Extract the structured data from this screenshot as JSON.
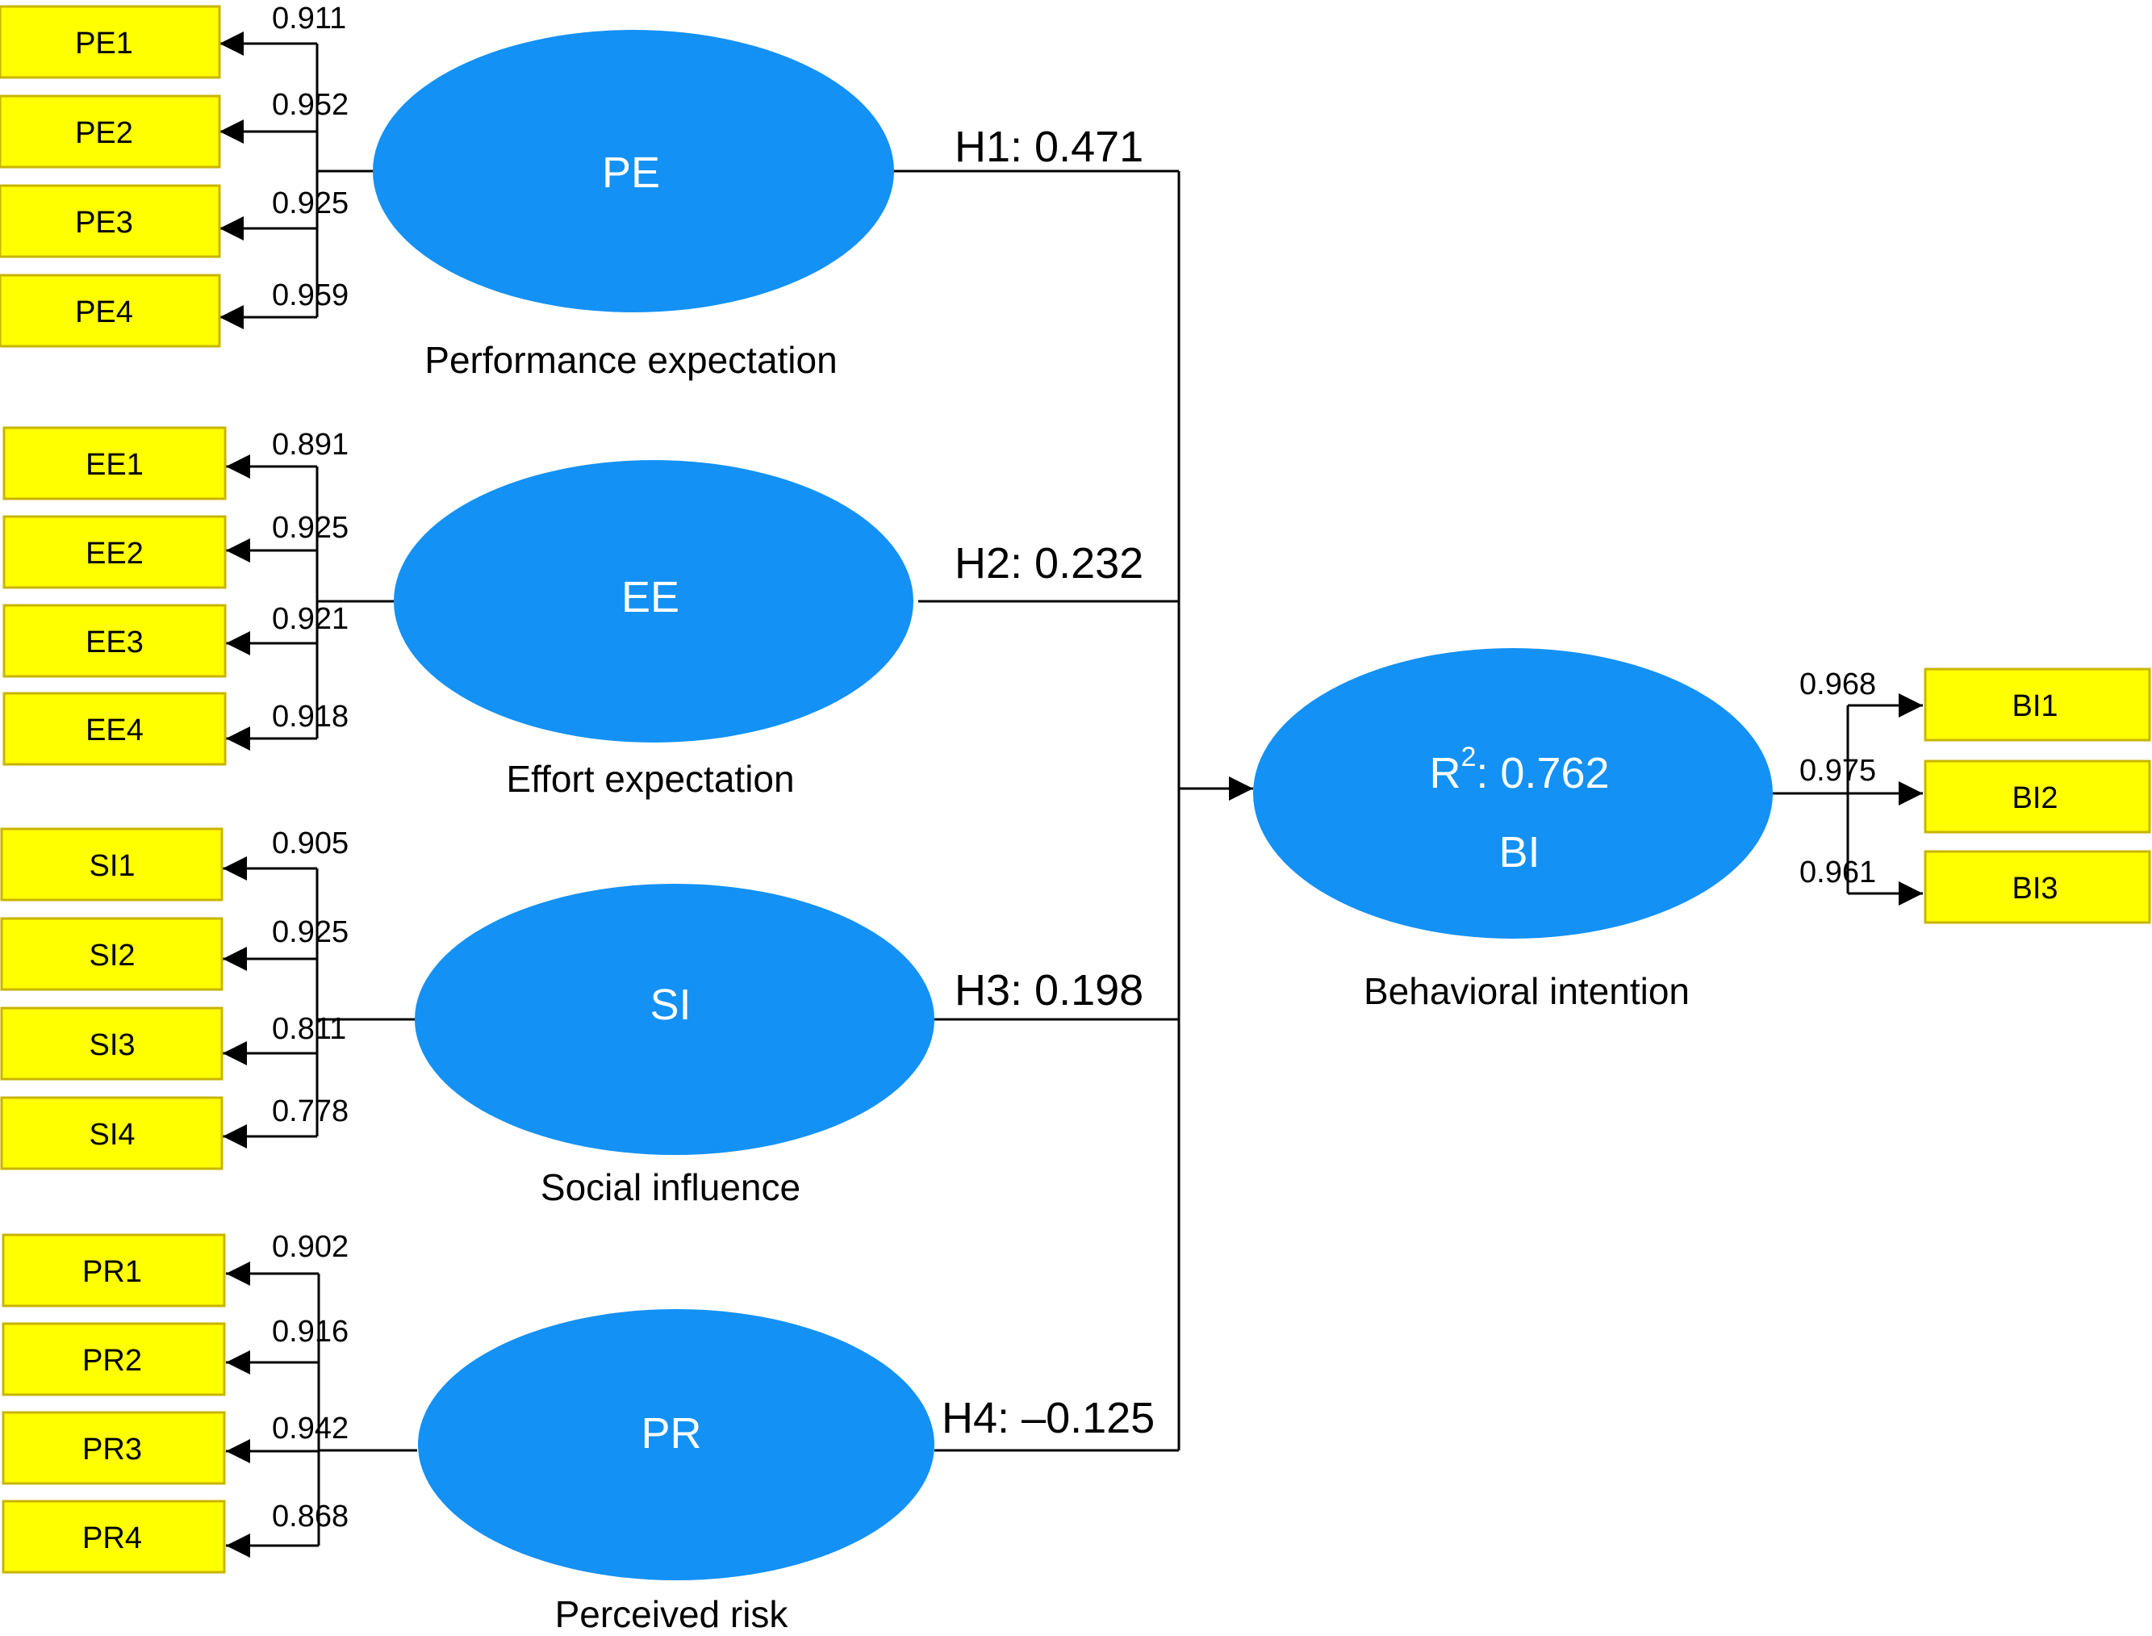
{
  "colors": {
    "construct_fill": "#1391f5",
    "indicator_fill": "#ffff00",
    "line": "#000000"
  },
  "constructs": {
    "pe": {
      "abbr": "PE",
      "name": "Performance expectation",
      "path_label": "H1: 0.471",
      "items": [
        {
          "label": "PE1",
          "loading": "0.911"
        },
        {
          "label": "PE2",
          "loading": "0.952"
        },
        {
          "label": "PE3",
          "loading": "0.925"
        },
        {
          "label": "PE4",
          "loading": "0.959"
        }
      ]
    },
    "ee": {
      "abbr": "EE",
      "name": "Effort expectation",
      "path_label": "H2: 0.232",
      "items": [
        {
          "label": "EE1",
          "loading": "0.891"
        },
        {
          "label": "EE2",
          "loading": "0.925"
        },
        {
          "label": "EE3",
          "loading": "0.921"
        },
        {
          "label": "EE4",
          "loading": "0.918"
        }
      ]
    },
    "si": {
      "abbr": "SI",
      "name": "Social influence",
      "path_label": "H3: 0.198",
      "items": [
        {
          "label": "SI1",
          "loading": "0.905"
        },
        {
          "label": "SI2",
          "loading": "0.925"
        },
        {
          "label": "SI3",
          "loading": "0.811"
        },
        {
          "label": "SI4",
          "loading": "0.778"
        }
      ]
    },
    "pr": {
      "abbr": "PR",
      "name": "Perceived risk",
      "path_label": "H4: –0.125",
      "items": [
        {
          "label": "PR1",
          "loading": "0.902"
        },
        {
          "label": "PR2",
          "loading": "0.916"
        },
        {
          "label": "PR3",
          "loading": "0.942"
        },
        {
          "label": "PR4",
          "loading": "0.868"
        }
      ]
    },
    "bi": {
      "abbr": "BI",
      "name": "Behavioral intention",
      "r2_prefix": "R",
      "r2_sup": "2",
      "r2_value": ": 0.762",
      "items": [
        {
          "label": "BI1",
          "loading": "0.968"
        },
        {
          "label": "BI2",
          "loading": "0.975"
        },
        {
          "label": "BI3",
          "loading": "0.961"
        }
      ]
    }
  }
}
